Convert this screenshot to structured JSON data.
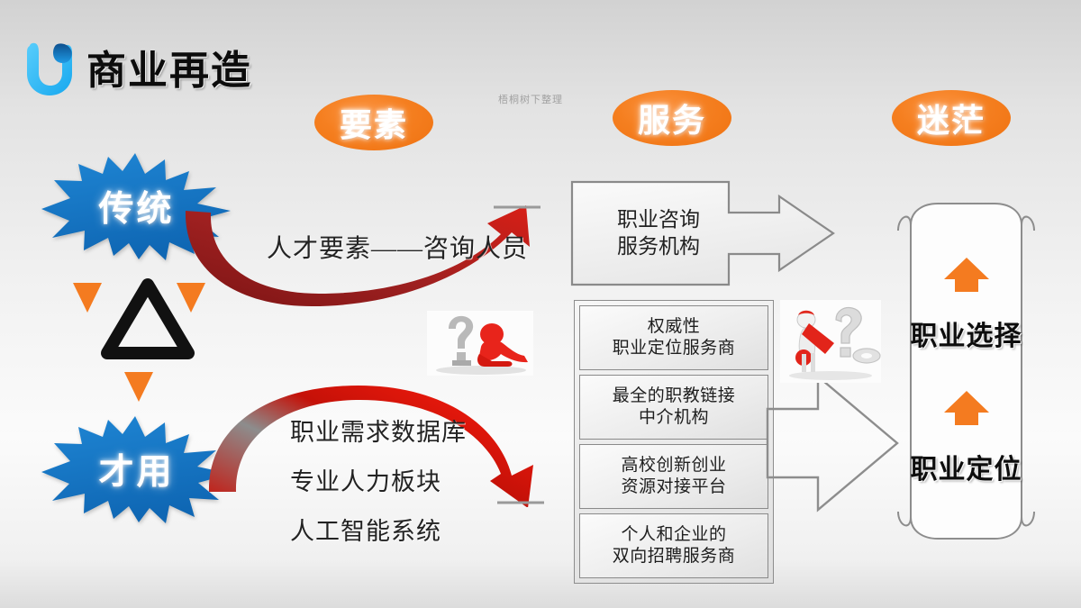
{
  "header": {
    "title": "商业再造",
    "logo_icon": "blue-u-logo-icon"
  },
  "watermark": {
    "text": "梧桐树下整理"
  },
  "columns": [
    {
      "id": "yaosu",
      "label": "要素"
    },
    {
      "id": "fuwu",
      "label": "服务"
    },
    {
      "id": "mimang",
      "label": "迷茫"
    }
  ],
  "stars": [
    {
      "id": "traditional",
      "label": "传统"
    },
    {
      "id": "talent",
      "label": "才用"
    }
  ],
  "flow": {
    "upper_label": "人才要素——咨询人员",
    "lower_list": [
      "职业需求数据库",
      "专业人力板块",
      "人工智能系统"
    ]
  },
  "consult_box": {
    "line1": "职业咨询",
    "line2": "服务机构"
  },
  "service_boxes": [
    {
      "line1": "权威性",
      "line2": "职业定位服务商"
    },
    {
      "line1": "最全的职教链接",
      "line2": "中介机构"
    },
    {
      "line1": "高校创新创业",
      "line2": "资源对接平台"
    },
    {
      "line1": "个人和企业的",
      "line2": "双向招聘服务商"
    }
  ],
  "outcome": {
    "top_label": "职业选择",
    "bottom_label": "职业定位",
    "arrow_icon": "orange-up-arrow-icon"
  },
  "cliparts": [
    {
      "id": "question-person",
      "name": "red-person-question-mark-icon"
    },
    {
      "id": "exclaim-person",
      "name": "person-exclamation-question-icon"
    }
  ],
  "icons": {
    "triangle": "black-triangle-outline-icon",
    "caret": "orange-caret-down-icon",
    "curve_up": "red-curved-up-arrow-icon",
    "curve_down": "red-curved-down-arrow-icon",
    "big_right": "big-right-arrow-outline-icon"
  },
  "colors": {
    "orange": "#f47b20",
    "blue": "#1374c6",
    "red": "#e8120c",
    "dark_red": "#9d1b1b",
    "outline_grey": "#8a8a8a"
  }
}
